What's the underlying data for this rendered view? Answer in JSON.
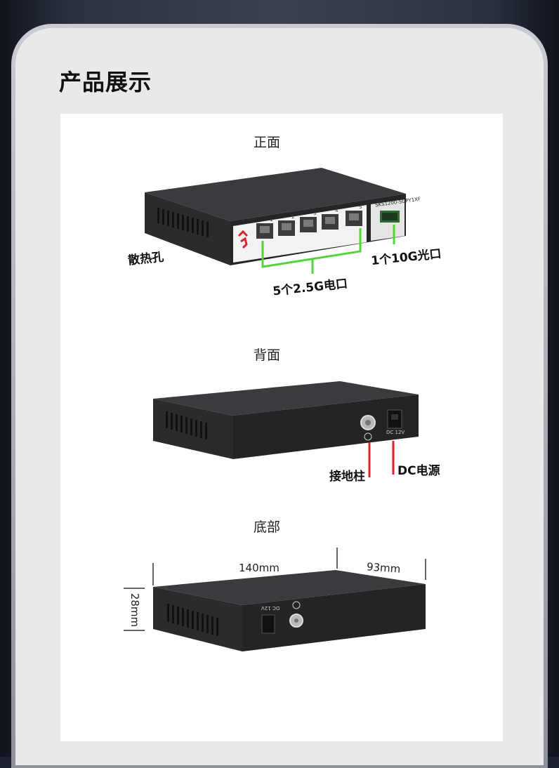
{
  "page": {
    "title": "产品展示"
  },
  "sections": {
    "front": {
      "label": "正面",
      "heat_vents": "散热孔",
      "fiber_port": "1个10G光口",
      "electric_ports": "5个2.5G电口",
      "model_text": "SKS1200-5GPY1XF",
      "port_numbers": [
        "1",
        "2",
        "3",
        "4",
        "5"
      ]
    },
    "back": {
      "label": "背面",
      "ground": "接地柱",
      "power": "DC电源",
      "dc_text": "DC 12V"
    },
    "bottom": {
      "label": "底部",
      "length": "140mm",
      "width": "93mm",
      "height": "28mm"
    }
  },
  "colors": {
    "accent_green": "#54d43a",
    "accent_red": "#d8242a",
    "device_body": "#2b2c2e"
  }
}
